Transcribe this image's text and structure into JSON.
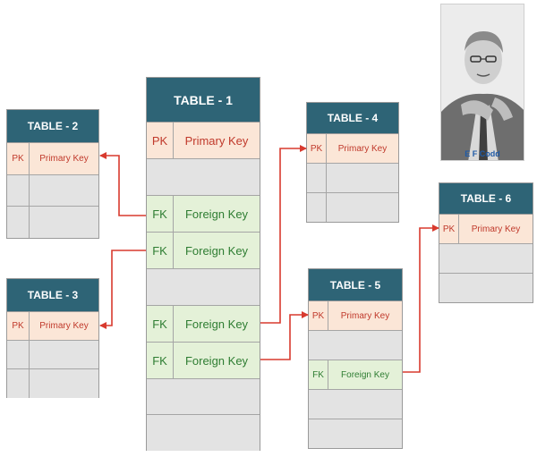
{
  "pk_label": "PK",
  "fk_label": "FK",
  "primary_key": "Primary Key",
  "foreign_key": "Foreign Key",
  "tables": {
    "t1": {
      "title": "TABLE - 1"
    },
    "t2": {
      "title": "TABLE - 2"
    },
    "t3": {
      "title": "TABLE - 3"
    },
    "t4": {
      "title": "TABLE - 4"
    },
    "t5": {
      "title": "TABLE - 5"
    },
    "t6": {
      "title": "TABLE - 6"
    }
  },
  "photo_caption": "E F Codd",
  "colors": {
    "header": "#2e6476",
    "pk_fill": "#fbe6d7",
    "pk_text": "#c0392b",
    "fk_fill": "#e4f1d8",
    "fk_text": "#2e7d32",
    "link": "#d83a2e"
  }
}
